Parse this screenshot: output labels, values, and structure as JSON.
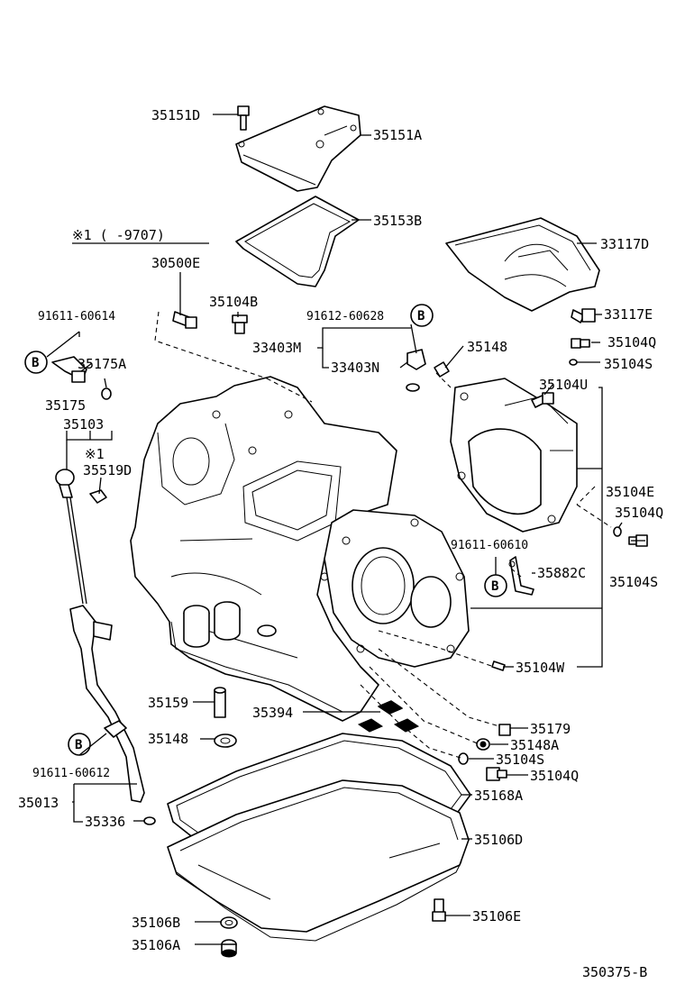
{
  "diagram": {
    "figure_code": "350375-B",
    "note": {
      "symbol": "※1",
      "text": "※1 (    -9707)"
    },
    "callout_letter": "B",
    "parts": {
      "p35151D": "35151D",
      "p35151A": "35151A",
      "p35153B": "35153B",
      "p33117D": "33117D",
      "p33117E": "33117E",
      "p30500E": "30500E",
      "p35104B": "35104B",
      "p91611_60614": "91611-60614",
      "p91612_60628": "91612-60628",
      "p33403M": "33403M",
      "p33403N": "33403N",
      "p35148_top": "35148",
      "p35104Q_1": "35104Q",
      "p35104S_1": "35104S",
      "p35104U": "35104U",
      "p35175A": "35175A",
      "p35175": "35175",
      "p35103": "35103",
      "p35519D": "35519D",
      "p35104E": "35104E",
      "p35104Q_2": "35104Q",
      "p91611_60610": "91611-60610",
      "p35882C": "35882C",
      "p35104S_2": "35104S",
      "p35104W": "35104W",
      "p35159": "35159",
      "p35394": "35394",
      "p35179": "35179",
      "p35148_mid": "35148",
      "p35148A": "35148A",
      "p35104S_3": "35104S",
      "p35104Q_3": "35104Q",
      "p91611_60612": "91611-60612",
      "p35168A": "35168A",
      "p35013": "35013",
      "p35336": "35336",
      "p35106D": "35106D",
      "p35106E": "35106E",
      "p35106B": "35106B",
      "p35106A": "35106A"
    }
  }
}
